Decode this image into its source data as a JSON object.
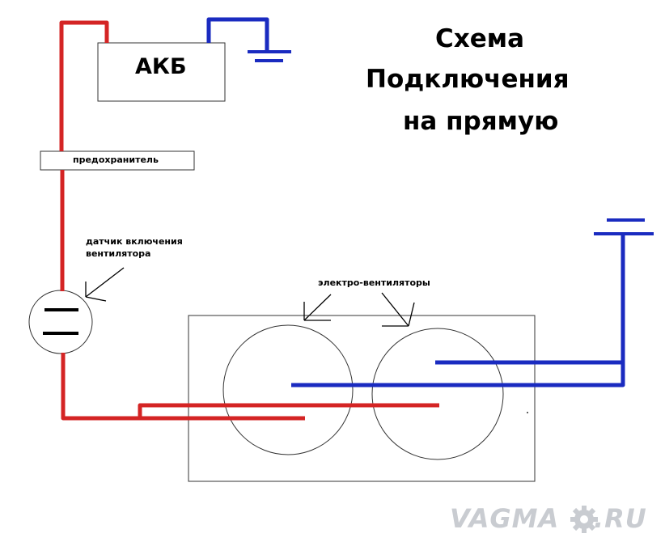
{
  "title": {
    "line1": "Схема",
    "line2": "Подключения",
    "line3": "на прямую"
  },
  "labels": {
    "battery": "АКБ",
    "fuse": "предохранитель",
    "sensor_line1": "датчик включения",
    "sensor_line2": "вентилятора",
    "fans": "электро-вентиляторы"
  },
  "watermark": {
    "part1": "VAGMA",
    "part2": ".RU",
    "logo": "gear-icon"
  },
  "colors": {
    "positive_wire": "#d42424",
    "negative_wire": "#1a2bc0",
    "outline": "#333333",
    "watermark": "#c9ccd1"
  }
}
